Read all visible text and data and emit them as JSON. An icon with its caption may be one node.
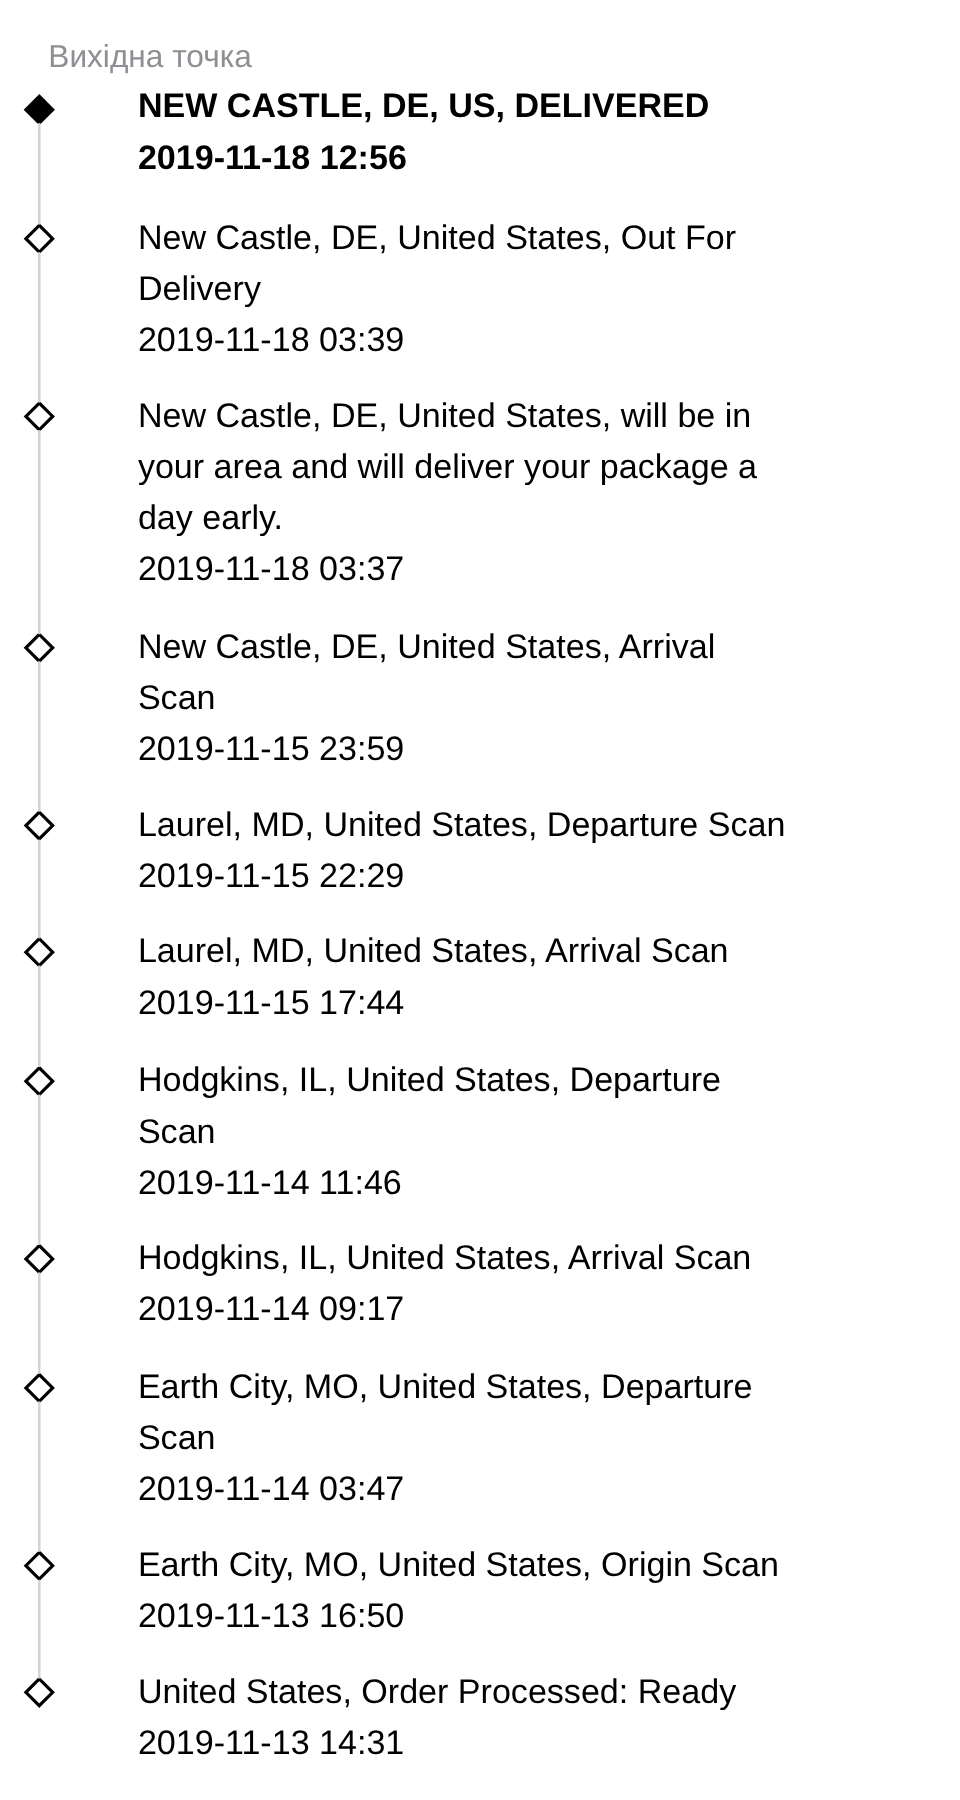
{
  "diagram": {
    "title": "Вихідна точка",
    "nodes": [
      {
        "text": [],
        "shape": "diamond",
        "beside": [
          "NEW CASTLE, DE, US, DELIVERED",
          "2019-11-18 12:56"
        ]
      },
      {
        "text": [],
        "shape": "diamond",
        "beside": [
          "New Castle, DE, United States, Out For Delivery",
          "2019-11-18 03:39"
        ]
      },
      {
        "text": [],
        "shape": "diamond",
        "beside": [
          "New Castle, DE, United States, will be in your area and will deliver your package a day early.",
          "2019-11-18 03:37"
        ]
      },
      {
        "text": [],
        "shape": "diamond",
        "beside": [
          "New Castle, DE, United States, Arrival Scan",
          "2019-11-15 23:59"
        ]
      },
      {
        "text": [],
        "shape": "diamond",
        "beside": [
          "Laurel, MD, United States, Departure Scan",
          "2019-11-15 22:29"
        ]
      },
      {
        "text": [],
        "shape": "diamond",
        "beside": [
          "Laurel, MD, United States, Arrival Scan",
          "2019-11-15 17:44"
        ]
      },
      {
        "text": [],
        "shape": "diamond",
        "beside": [
          "Hodgkins, IL, United States, Departure Scan",
          "2019-11-14 11:46"
        ]
      },
      {
        "text": [],
        "shape": "diamond",
        "beside": [
          "Hodgkins, IL, United States, Arrival Scan",
          "2019-11-14 09:17"
        ]
      },
      {
        "text": [],
        "shape": "diamond",
        "beside": [
          "Earth City, MO, United States, Departure Scan",
          "2019-11-14 03:47"
        ]
      },
      {
        "text": [],
        "shape": "diamond",
        "beside": [
          "Earth City, MO, United States, Origin Scan",
          "2019-11-13 16:50"
        ]
      },
      {
        "text": [],
        "shape": "diamond",
        "beside": [
          "United States, Order Processed: Ready",
          "2019-11-13 14:31"
        ]
      }
    ],
    "edges": [
      {
        "from": 0,
        "to": 1,
        "arrow": "none"
      },
      {
        "from": 1,
        "to": 2,
        "arrow": "none"
      },
      {
        "from": 2,
        "to": 3,
        "arrow": "none"
      },
      {
        "from": 3,
        "to": 4,
        "arrow": "none"
      },
      {
        "from": 4,
        "to": 5,
        "arrow": "none"
      },
      {
        "from": 5,
        "to": 6,
        "arrow": "none"
      },
      {
        "from": 6,
        "to": 7,
        "arrow": "none"
      },
      {
        "from": 7,
        "to": 8,
        "arrow": "none"
      },
      {
        "from": 8,
        "to": 9,
        "arrow": "none"
      },
      {
        "from": 9,
        "to": 10,
        "arrow": "none"
      }
    ]
  }
}
